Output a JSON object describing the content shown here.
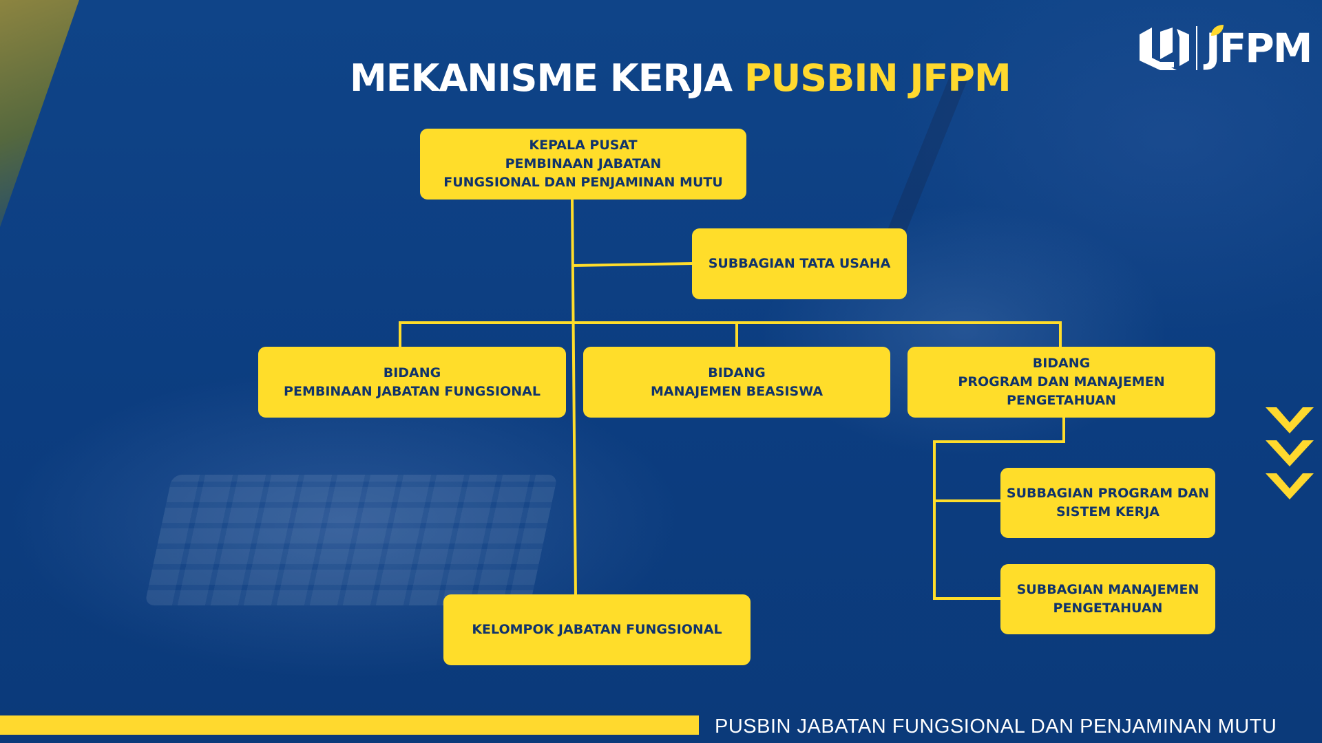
{
  "title": {
    "part1": "MEKANISME KERJA",
    "part2": "PUSBIN JFPM"
  },
  "logo": {
    "wordmark": "JFPM",
    "symbol_icon": "cube-u-icon",
    "leaf_icon": "leaf-sprout-icon"
  },
  "colors": {
    "background": "#0d3f84",
    "accent": "#ffd92e",
    "box_fill": "#ffdd2a",
    "box_text": "#10336b",
    "line": "#ffdd2a"
  },
  "chart": {
    "head": [
      "KEPALA PUSAT",
      "PEMBINAAN JABATAN",
      "FUNGSIONAL DAN PENJAMINAN MUTU"
    ],
    "tata_usaha": [
      "SUBBAGIAN TATA USAHA"
    ],
    "bidang_jf": [
      "BIDANG",
      "PEMBINAAN JABATAN FUNGSIONAL"
    ],
    "bidang_beasiswa": [
      "BIDANG",
      "MANAJEMEN BEASISWA"
    ],
    "bidang_program": [
      "BIDANG",
      "PROGRAM DAN MANAJEMEN",
      "PENGETAHUAN"
    ],
    "sub_program": [
      "SUBBAGIAN PROGRAM DAN",
      "SISTEM KERJA"
    ],
    "sub_manajemen": [
      "SUBBAGIAN MANAJEMEN",
      "PENGETAHUAN"
    ],
    "kelompok": [
      "KELOMPOK JABATAN FUNGSIONAL"
    ]
  },
  "decor": {
    "chevron_icon": "chevron-down-icon"
  },
  "footer": {
    "text": "PUSBIN JABATAN FUNGSIONAL DAN PENJAMINAN MUTU"
  }
}
